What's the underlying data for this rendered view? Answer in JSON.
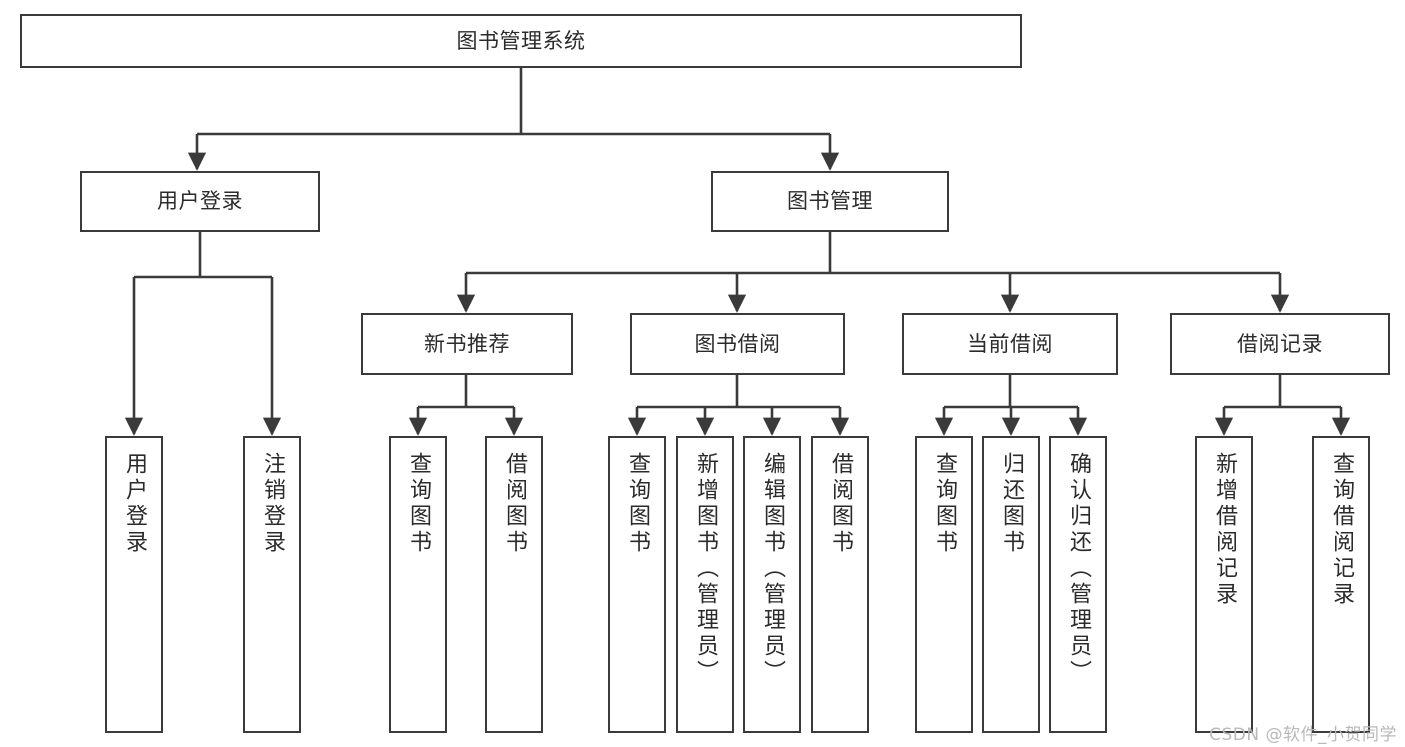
{
  "diagram": {
    "title": "图书管理系统",
    "watermark": "CSDN @软件_小贺同学",
    "type": "tree",
    "colors": {
      "stroke": "#3a3a3a",
      "text": "#2b2b2b",
      "background": "#ffffff",
      "watermark": "#b9b9b9"
    },
    "root": {
      "id": "root",
      "label": "图书管理系统"
    },
    "level2": [
      {
        "id": "user-login",
        "label": "用户登录"
      },
      {
        "id": "book-manage",
        "label": "图书管理"
      }
    ],
    "level3": [
      {
        "id": "new-book-recommend",
        "label": "新书推荐"
      },
      {
        "id": "book-borrow",
        "label": "图书借阅"
      },
      {
        "id": "current-borrow",
        "label": "当前借阅"
      },
      {
        "id": "borrow-record",
        "label": "借阅记录"
      }
    ],
    "leaves": {
      "user_login": [
        {
          "id": "leaf-user-login",
          "label": "用户登录"
        },
        {
          "id": "leaf-logout-login",
          "label": "注销登录"
        }
      ],
      "new_book_recommend": [
        {
          "id": "leaf-query-book-1",
          "label": "查询图书"
        },
        {
          "id": "leaf-borrow-book-1",
          "label": "借阅图书"
        }
      ],
      "book_borrow": [
        {
          "id": "leaf-query-book-2",
          "label": "查询图书"
        },
        {
          "id": "leaf-add-book",
          "label": "新增图书（管理员）"
        },
        {
          "id": "leaf-edit-book",
          "label": "编辑图书（管理员）"
        },
        {
          "id": "leaf-borrow-book-2",
          "label": "借阅图书"
        }
      ],
      "current_borrow": [
        {
          "id": "leaf-query-book-3",
          "label": "查询图书"
        },
        {
          "id": "leaf-return-book",
          "label": "归还图书"
        },
        {
          "id": "leaf-confirm-return",
          "label": "确认归还（管理员）"
        }
      ],
      "borrow_record": [
        {
          "id": "leaf-add-record",
          "label": "新增借阅记录"
        },
        {
          "id": "leaf-query-record",
          "label": "查询借阅记录"
        }
      ]
    }
  }
}
